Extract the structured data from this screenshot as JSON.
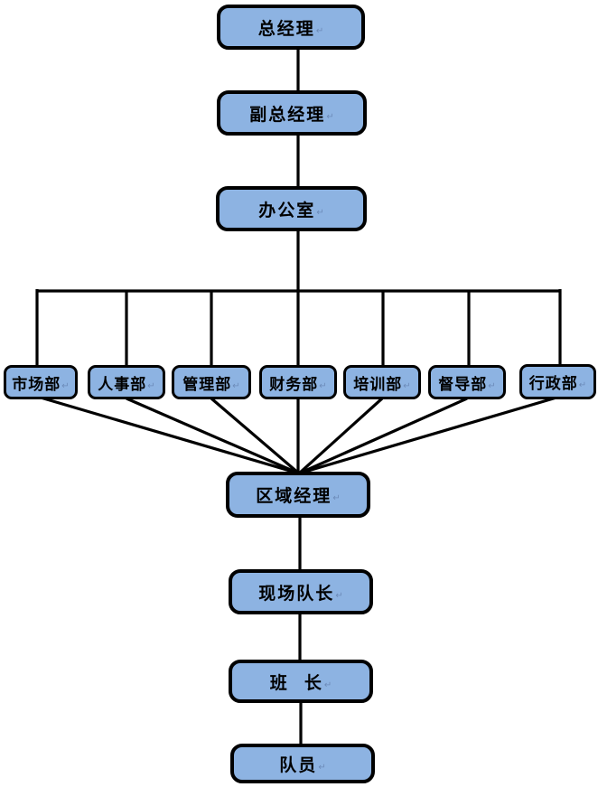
{
  "diagram": {
    "type": "org-chart",
    "paragraph_mark": "↵",
    "colors": {
      "box_fill": "#8DB3E2",
      "box_border": "#000000",
      "line": "#000000",
      "page_bg": "#FFFFFF",
      "mark": "#5F7BA8"
    },
    "nodes": [
      {
        "id": "general-manager",
        "label": "总经理",
        "level": 1
      },
      {
        "id": "deputy-general-manager",
        "label": "副总经理",
        "level": 2
      },
      {
        "id": "office",
        "label": "办公室",
        "level": 3
      },
      {
        "id": "marketing-dept",
        "label": "市场部",
        "level": 4
      },
      {
        "id": "hr-dept",
        "label": "人事部",
        "level": 4
      },
      {
        "id": "management-dept",
        "label": "管理部",
        "level": 4
      },
      {
        "id": "finance-dept",
        "label": "财务部",
        "level": 4
      },
      {
        "id": "training-dept",
        "label": "培训部",
        "level": 4
      },
      {
        "id": "supervision-dept",
        "label": "督导部",
        "level": 4
      },
      {
        "id": "admin-dept",
        "label": "行政部",
        "level": 4
      },
      {
        "id": "regional-manager",
        "label": "区域经理",
        "level": 5
      },
      {
        "id": "site-captain",
        "label": "现场队长",
        "level": 6
      },
      {
        "id": "squad-leader",
        "label": "班  长",
        "level": 7
      },
      {
        "id": "team-member",
        "label": "队员",
        "level": 8
      }
    ],
    "edges": [
      {
        "from": "general-manager",
        "to": "deputy-general-manager"
      },
      {
        "from": "deputy-general-manager",
        "to": "office"
      },
      {
        "from": "office",
        "to": "marketing-dept"
      },
      {
        "from": "office",
        "to": "hr-dept"
      },
      {
        "from": "office",
        "to": "management-dept"
      },
      {
        "from": "office",
        "to": "finance-dept"
      },
      {
        "from": "office",
        "to": "training-dept"
      },
      {
        "from": "office",
        "to": "supervision-dept"
      },
      {
        "from": "office",
        "to": "admin-dept"
      },
      {
        "from": "marketing-dept",
        "to": "regional-manager"
      },
      {
        "from": "hr-dept",
        "to": "regional-manager"
      },
      {
        "from": "management-dept",
        "to": "regional-manager"
      },
      {
        "from": "finance-dept",
        "to": "regional-manager"
      },
      {
        "from": "training-dept",
        "to": "regional-manager"
      },
      {
        "from": "supervision-dept",
        "to": "regional-manager"
      },
      {
        "from": "admin-dept",
        "to": "regional-manager"
      },
      {
        "from": "regional-manager",
        "to": "site-captain"
      },
      {
        "from": "site-captain",
        "to": "squad-leader"
      },
      {
        "from": "squad-leader",
        "to": "team-member"
      }
    ]
  }
}
